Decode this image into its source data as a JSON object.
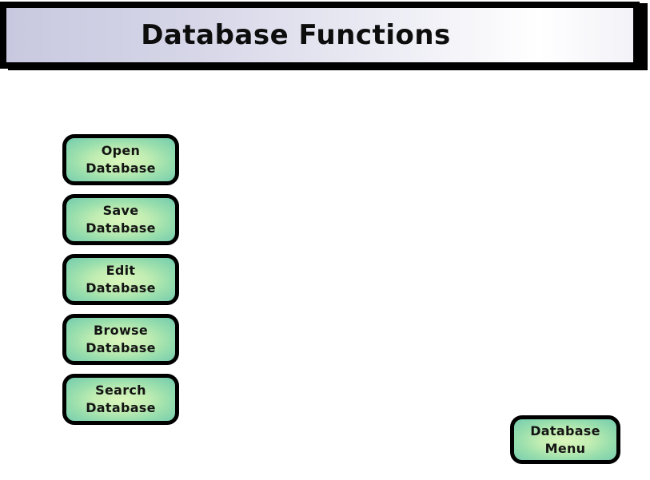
{
  "header": {
    "title": "Database Functions"
  },
  "buttons": [
    {
      "id": "open",
      "label": "Open\nDatabase"
    },
    {
      "id": "save",
      "label": "Save\nDatabase"
    },
    {
      "id": "edit",
      "label": "Edit\nDatabase"
    },
    {
      "id": "browse",
      "label": "Browse\nDatabase"
    },
    {
      "id": "search",
      "label": "Search\nDatabase"
    }
  ],
  "menu_button": {
    "label": "Database\nMenu"
  },
  "colors": {
    "button_gradient_center": "#d9f6bc",
    "button_gradient_edge": "#74ccae",
    "button_border": "#000000",
    "header_gradient_left": "#c8c8e0",
    "header_gradient_right": "#ffffff",
    "header_border": "#000000",
    "text": "#0d0d0d",
    "page_background": "#ffffff"
  }
}
